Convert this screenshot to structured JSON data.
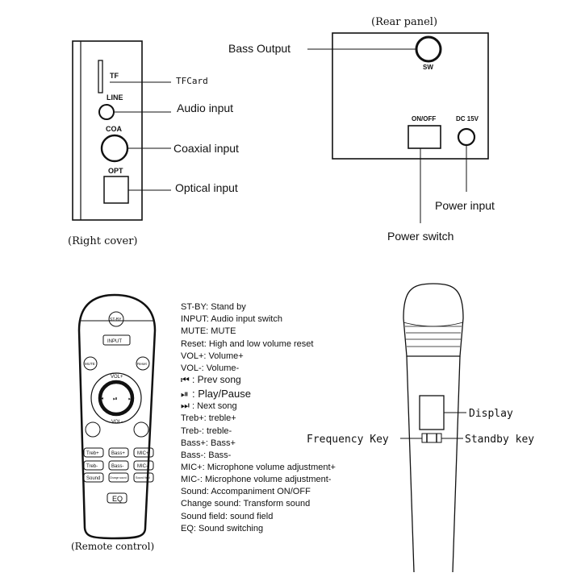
{
  "rear_panel": {
    "title": "(Rear panel)",
    "sw_label": "SW",
    "onoff_label": "ON/OFF",
    "dc_label": "DC 15V",
    "bass_output": "Bass  Output",
    "power_input": "Power input",
    "power_switch": "Power switch"
  },
  "right_cover": {
    "title": "(Right cover)",
    "tf_label": "TF",
    "line_label": "LINE",
    "coa_label": "COA",
    "opt_label": "OPT",
    "tfcard": "TFCard",
    "audio_input": "Audio input",
    "coaxial_input": "Coaxial input",
    "optical_input": "Optical input"
  },
  "remote": {
    "title": "(Remote control)",
    "buttons": {
      "stby": "ST-BY",
      "input": "INPUT",
      "mute": "MUTE",
      "reset": "Reset",
      "vol_plus": "VOL+",
      "vol_minus": "VOL-",
      "treb_plus": "Treb+",
      "bass_plus": "Bass+",
      "mic_plus": "MIC+",
      "treb_minus": "Treb-",
      "bass_minus": "Bass-",
      "mic_minus": "MIC-",
      "sound": "Sound",
      "change_sound": "Change sound",
      "sound_field": "Sound field",
      "eq": "EQ"
    },
    "legend": [
      "ST-BY: Stand by",
      "INPUT:  Audio input switch",
      "MUTE: MUTE",
      "Reset: High and low volume reset",
      "VOL+: Volume+",
      "VOL-: Volume-",
      ": Prev song",
      ": Play/Pause",
      ": Next song",
      "Treb+: treble+",
      "Treb-:  treble-",
      "Bass+: Bass+",
      "Bass-: Bass-",
      "MIC+: Microphone volume adjustment+",
      "MIC-: Microphone volume adjustment-",
      "Sound: Accompaniment ON/OFF",
      "Change sound: Transform sound",
      "Sound field: sound field",
      "EQ: Sound switching"
    ]
  },
  "microphone": {
    "display": "Display",
    "frequency_key": "Frequency Key",
    "standby_key": "Standby key"
  }
}
